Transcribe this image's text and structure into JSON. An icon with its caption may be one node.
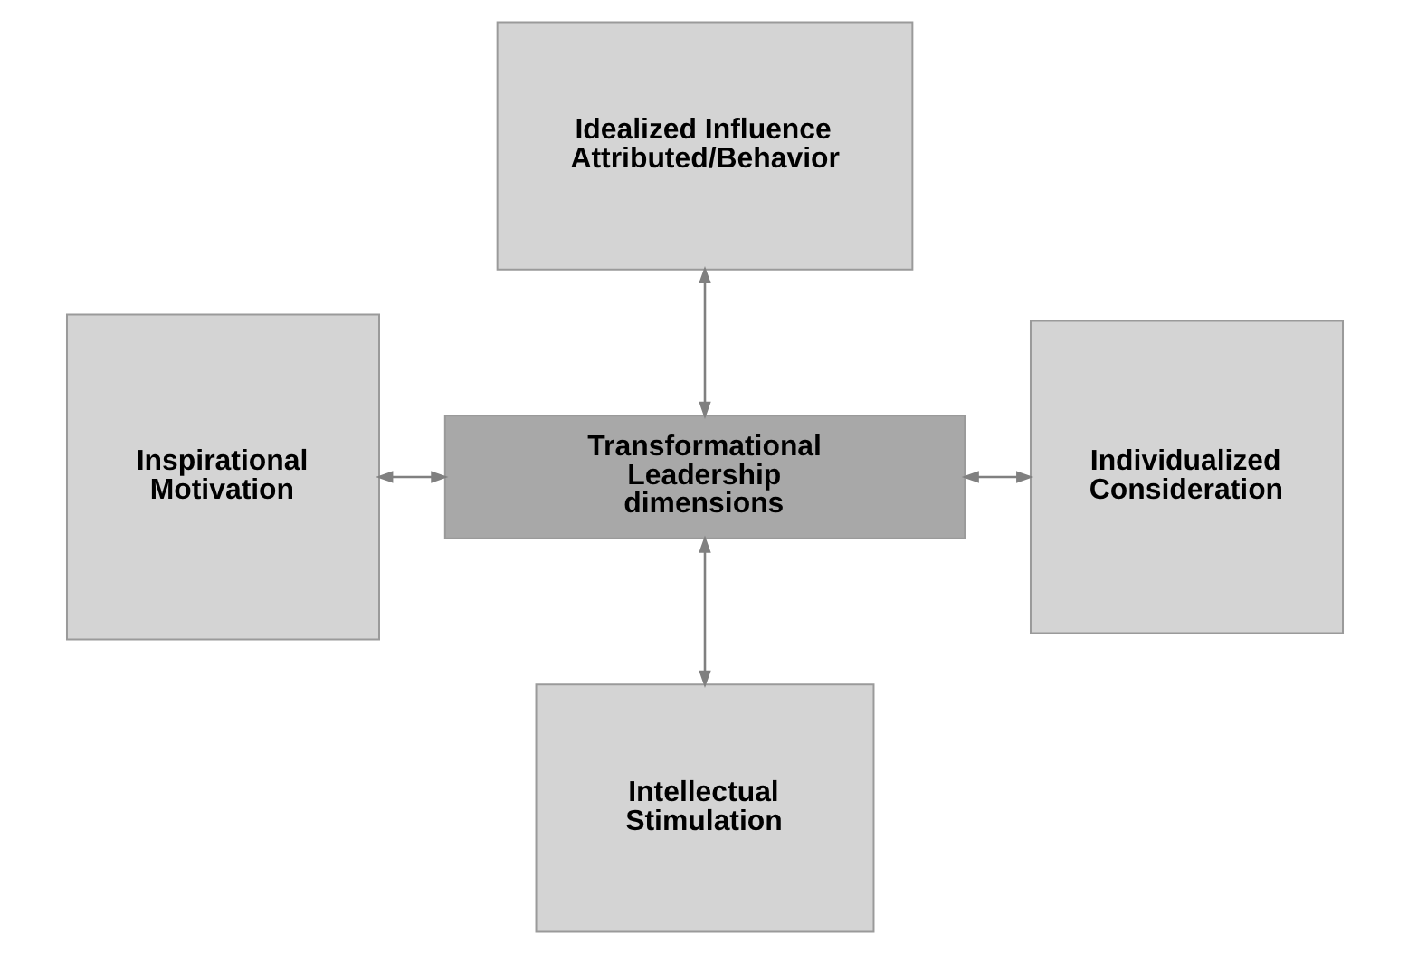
{
  "diagram": {
    "nodes": [
      {
        "text": [
          "Idealized Influence Attributed/Behavior"
        ]
      },
      {
        "text": [
          "Inspirational Motivation"
        ]
      },
      {
        "text": [
          "Transformational Leadership dimensions"
        ]
      },
      {
        "text": [
          "Individualized Consideration"
        ]
      },
      {
        "text": [
          "Intellectual Stimulation"
        ]
      }
    ],
    "edges": [
      {
        "from": 0,
        "to": 2,
        "arrow": "both"
      },
      {
        "from": 1,
        "to": 2,
        "arrow": "both"
      },
      {
        "from": 2,
        "to": 3,
        "arrow": "both"
      },
      {
        "from": 2,
        "to": 4,
        "arrow": "both"
      }
    ]
  }
}
